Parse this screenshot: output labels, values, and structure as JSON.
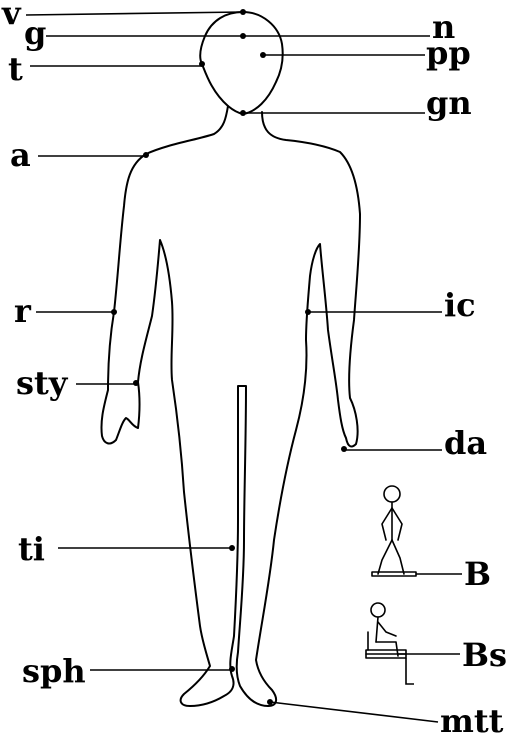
{
  "labels": {
    "vg_v": "v",
    "vg_g": "g",
    "n": "n",
    "pp": "pp",
    "t": "t",
    "gn": "gn",
    "a": "a",
    "r": "r",
    "ic": "ic",
    "sty": "sty",
    "da": "da",
    "ti": "ti",
    "B": "B",
    "Bs": "Bs",
    "sph": "sph",
    "mtt": "mtt"
  }
}
